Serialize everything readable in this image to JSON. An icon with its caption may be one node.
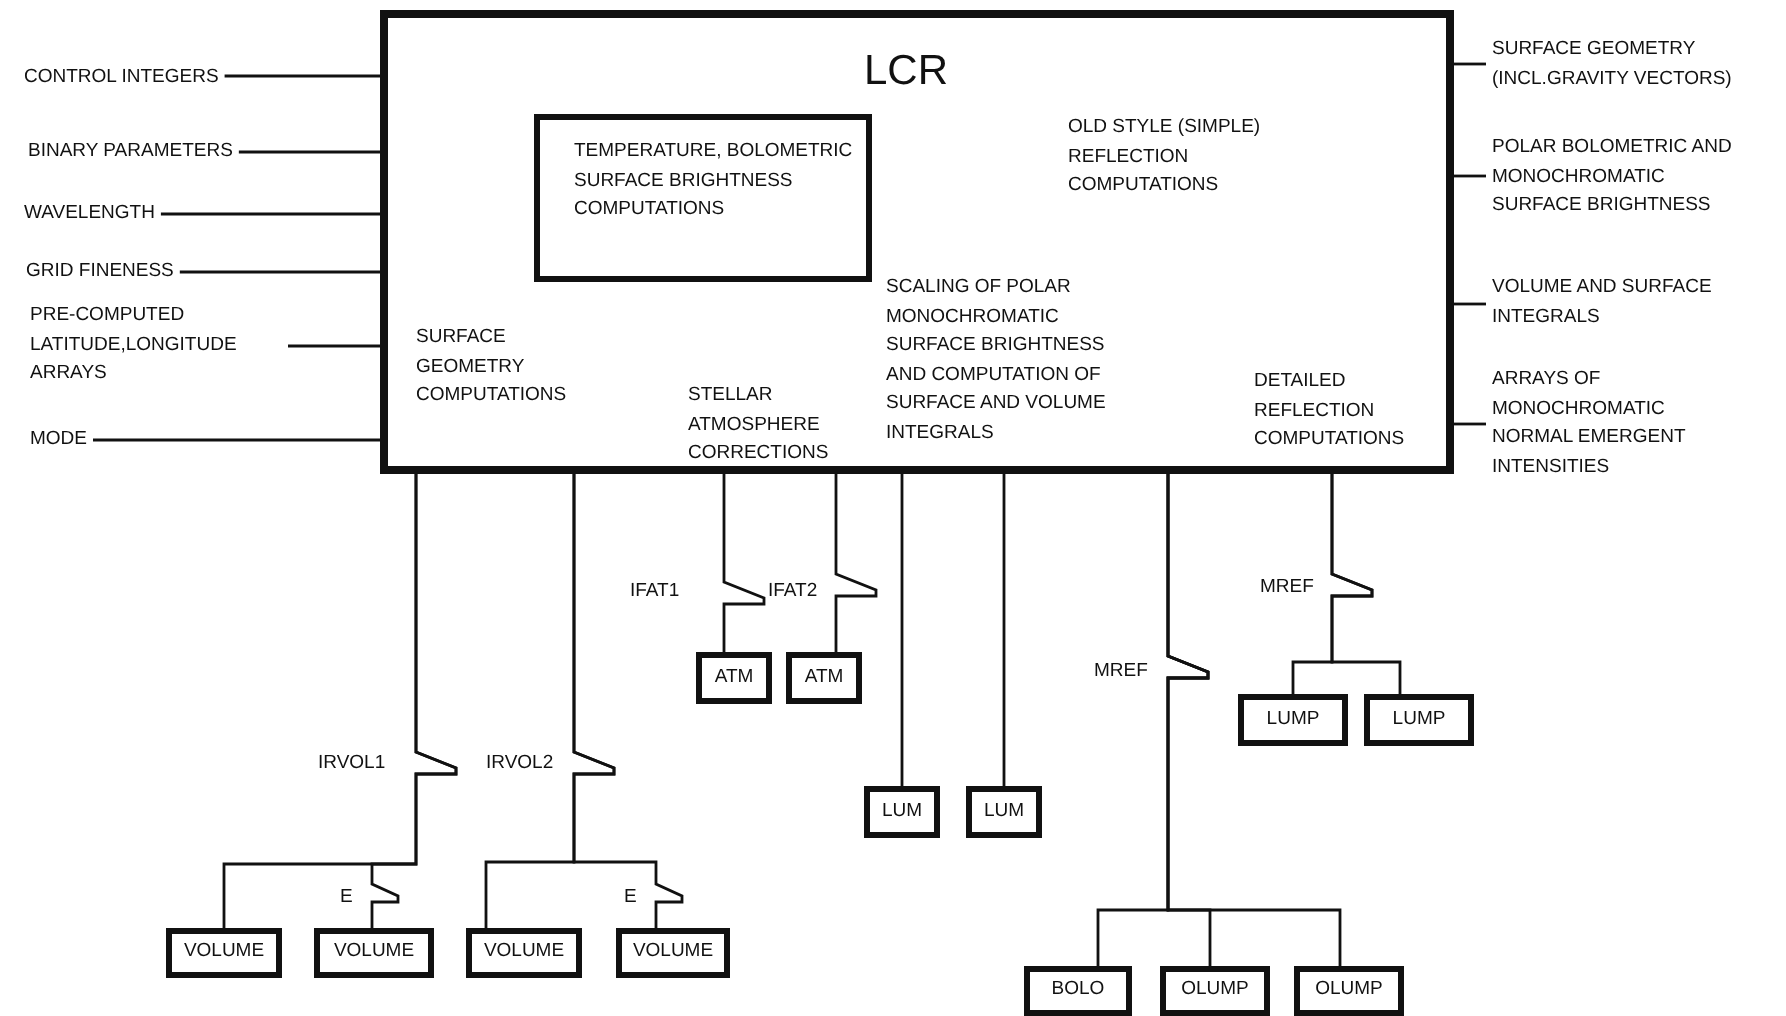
{
  "diagram": {
    "nodes": [
      {
        "text": [
          "LCR",
          "SURFACE GEOMETRY COMPUTATIONS",
          "STELLAR ATMOSPHERE CORRECTIONS",
          "SCALING OF POLAR MONOCHROMATIC SURFACE BRIGHTNESS AND COMPUTATION OF SURFACE AND VOLUME INTEGRALS",
          "OLD STYLE (SIMPLE) REFLECTION COMPUTATIONS",
          "DETAILED REFLECTION COMPUTATIONS"
        ]
      },
      {
        "text": [
          "TEMPERATURE, BOLOMETRIC SURFACE BRIGHTNESS COMPUTATIONS"
        ],
        "in": 0
      },
      {
        "text": [
          "CONTROL INTEGERS"
        ]
      },
      {
        "text": [
          "BINARY PARAMETERS"
        ]
      },
      {
        "text": [
          "WAVELENGTH"
        ]
      },
      {
        "text": [
          "GRID FINENESS"
        ]
      },
      {
        "text": [
          "PRE-COMPUTED LATITUDE,LONGITUDE ARRAYS"
        ]
      },
      {
        "text": [
          "MODE"
        ]
      },
      {
        "text": [
          "SURFACE GEOMETRY (INCL.GRAVITY VECTORS)"
        ]
      },
      {
        "text": [
          "POLAR BOLOMETRIC AND MONOCHROMATIC SURFACE BRIGHTNESS"
        ]
      },
      {
        "text": [
          "VOLUME AND SURFACE INTEGRALS"
        ]
      },
      {
        "text": [
          "ARRAYS OF MONOCHROMATIC NORMAL EMERGENT INTENSITIES"
        ]
      },
      {
        "text": [
          "ATM"
        ]
      },
      {
        "text": [
          "ATM"
        ]
      },
      {
        "text": [
          "LUMP"
        ]
      },
      {
        "text": [
          "LUMP"
        ]
      },
      {
        "text": [
          "LUM"
        ]
      },
      {
        "text": [
          "LUM"
        ]
      },
      {
        "text": [
          "VOLUME"
        ]
      },
      {
        "text": [
          "VOLUME"
        ]
      },
      {
        "text": [
          "VOLUME"
        ]
      },
      {
        "text": [
          "VOLUME"
        ]
      },
      {
        "text": [
          "BOLO"
        ]
      },
      {
        "text": [
          "OLUMP"
        ]
      },
      {
        "text": [
          "OLUMP"
        ]
      }
    ],
    "edges": [
      {
        "from": 2,
        "to": 0,
        "arrow": "none"
      },
      {
        "from": 3,
        "to": 0,
        "arrow": "none"
      },
      {
        "from": 4,
        "to": 0,
        "arrow": "none"
      },
      {
        "from": 5,
        "to": 0,
        "arrow": "none"
      },
      {
        "from": 6,
        "to": 0,
        "arrow": "none"
      },
      {
        "from": 7,
        "to": 0,
        "arrow": "none"
      },
      {
        "from": 0,
        "to": 8,
        "arrow": "none"
      },
      {
        "from": 0,
        "to": 9,
        "arrow": "none"
      },
      {
        "from": 0,
        "to": 10,
        "arrow": "none"
      },
      {
        "from": 0,
        "to": 11,
        "arrow": "none"
      },
      {
        "from": 0,
        "to": 18,
        "arrow": "none",
        "label": "IRVOL1"
      },
      {
        "from": 0,
        "to": 19,
        "arrow": "none",
        "label": "E"
      },
      {
        "from": 0,
        "to": 20,
        "arrow": "none",
        "label": "IRVOL2"
      },
      {
        "from": 0,
        "to": 21,
        "arrow": "none",
        "label": "E"
      },
      {
        "from": 0,
        "to": 12,
        "arrow": "none",
        "label": "IFAT1"
      },
      {
        "from": 0,
        "to": 13,
        "arrow": "none",
        "label": "IFAT2"
      },
      {
        "from": 0,
        "to": 16,
        "arrow": "none"
      },
      {
        "from": 0,
        "to": 17,
        "arrow": "none"
      },
      {
        "from": 0,
        "to": 14,
        "arrow": "none",
        "label": "MREF"
      },
      {
        "from": 0,
        "to": 15,
        "arrow": "none"
      },
      {
        "from": 0,
        "to": 22,
        "arrow": "none",
        "label": "MREF"
      },
      {
        "from": 0,
        "to": 23,
        "arrow": "none"
      },
      {
        "from": 0,
        "to": 24,
        "arrow": "none"
      }
    ]
  }
}
